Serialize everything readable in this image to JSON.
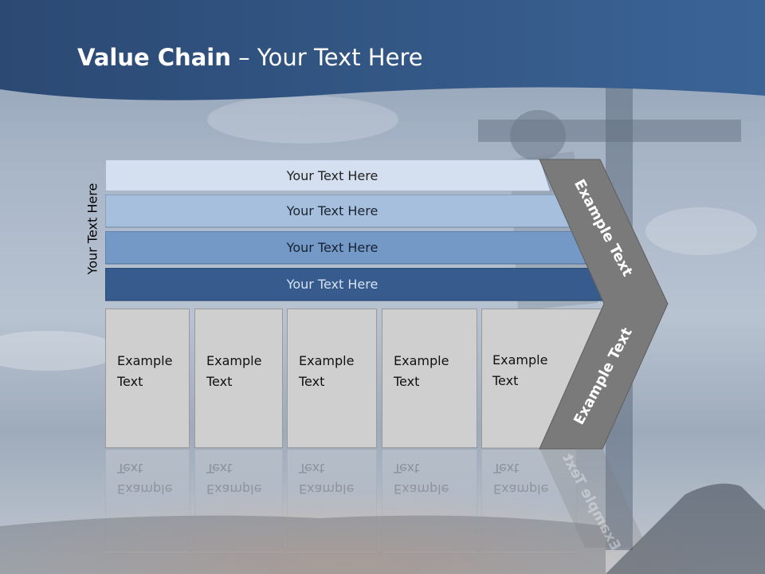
{
  "slide": {
    "title_bold": "Value Chain",
    "title_rest": " – Your Text Here",
    "vertical_label": "Your Text Here",
    "colors": {
      "header": "#2f4f7c",
      "bar1": "#d4e0ef",
      "bar2": "#a6bfdc",
      "bar3": "#7499c6",
      "bar4": "#365b8c",
      "box": "#cfcfcf",
      "chevron": "#7a7a7a"
    },
    "bars": [
      {
        "label": "Your Text Here"
      },
      {
        "label": "Your Text Here"
      },
      {
        "label": "Your Text Here"
      },
      {
        "label": "Your Text Here"
      }
    ],
    "boxes": [
      {
        "label": "Example Text"
      },
      {
        "label": "Example Text"
      },
      {
        "label": "Example Text"
      },
      {
        "label": "Example Text"
      },
      {
        "label": "Example Text"
      }
    ],
    "chevron_top_label": "Example Text",
    "chevron_bottom_label": "Example Text"
  }
}
